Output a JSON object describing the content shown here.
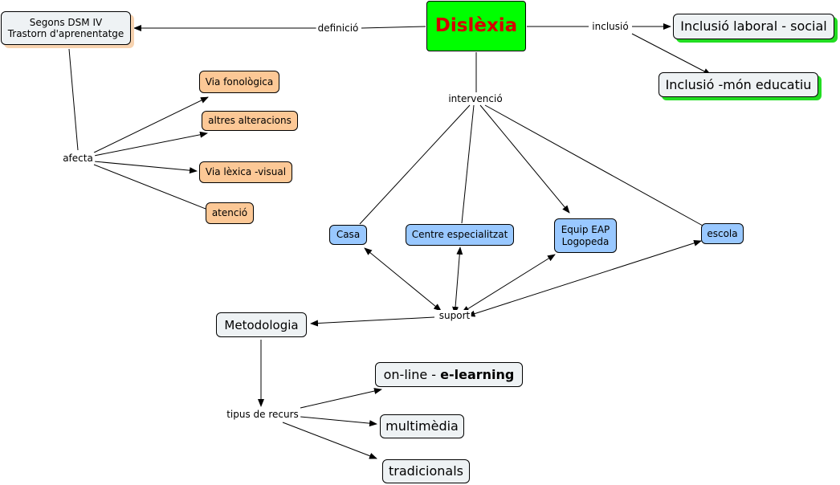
{
  "concept_map": {
    "main": "Dislèxia",
    "definition": {
      "label": "definició",
      "line1": "Segons DSM IV",
      "line2": "Trastorn d'aprenentatge"
    },
    "affects": {
      "label": "afecta",
      "items": [
        "Via fonològica",
        "altres alteracions",
        "Via lèxica -visual",
        "atenció"
      ]
    },
    "inclusion": {
      "label": "inclusió",
      "items": [
        "Inclusió laboral - social",
        "Inclusió -món educatiu"
      ]
    },
    "intervention": {
      "label": "intervenció",
      "items": [
        "Casa",
        "Centre especialitzat",
        "Equip EAP",
        "Logopeda",
        "escola"
      ]
    },
    "support": {
      "label": "suport",
      "target": "Metodologia"
    },
    "resources": {
      "label": "tipus de recurs",
      "online_prefix": "on-line -",
      "online_bold": "e-learning",
      "items": [
        "multimèdia",
        "tradicionals"
      ]
    }
  }
}
